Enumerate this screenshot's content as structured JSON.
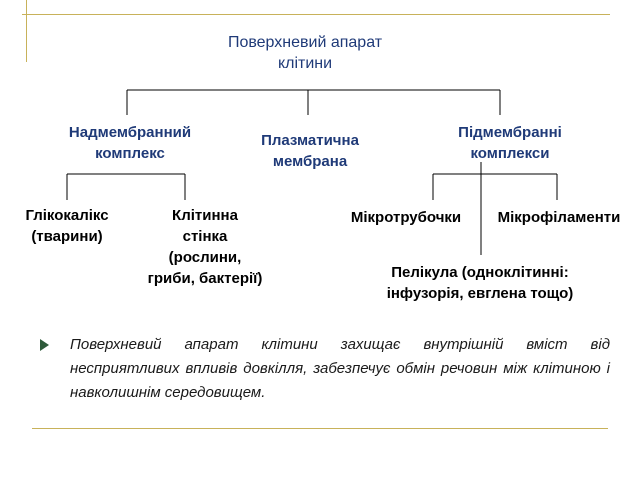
{
  "colors": {
    "accent_rule": "#c8b25a",
    "heading_blue": "#1f3a78",
    "bullet_green": "#2e5a3a"
  },
  "title": "Поверхневий апарат\nклітини",
  "branches": {
    "supra": "Надмембранний\nкомплекс",
    "plasma": "Плазматична\nмембрана",
    "sub": "Підмембранні\nкомплекси"
  },
  "leaves": {
    "glycocalyx": "Глікокалікс\n(тварини)",
    "cell_wall": "Клітинна\nстінка\n(рослини,\nгриби, бактерії)",
    "microtubules": "Мікротрубочки",
    "microfilaments": "Мікрофіламенти",
    "pellicle": "Пелікула (одноклітинні:\nінфузорія, евглена тощо)"
  },
  "note": "Поверхневий апарат клітини захищає внутрішній вміст від несприятливих впливів довкілля, забезпечує обмін речовин між клітиною і навколишнім середовищем."
}
